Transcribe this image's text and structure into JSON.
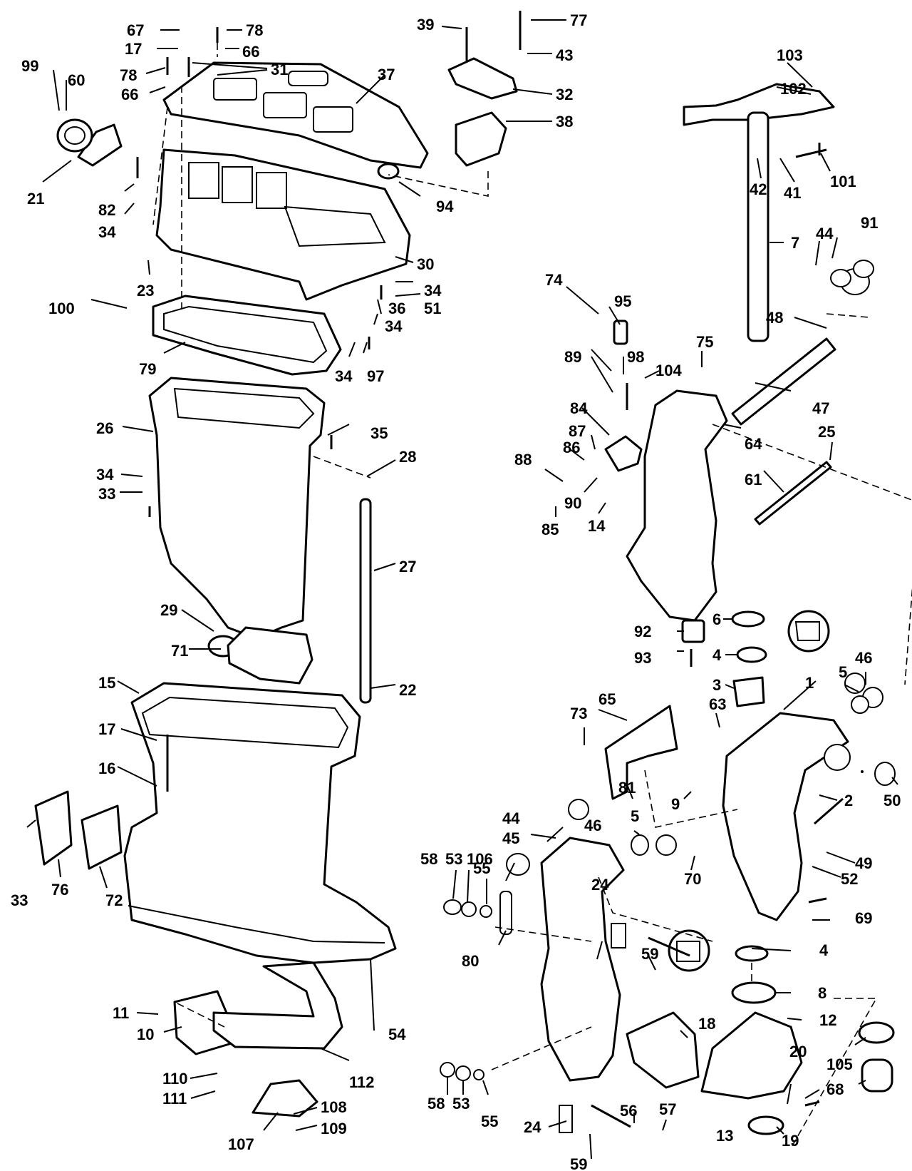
{
  "callouts": [
    {
      "n": "1"
    },
    {
      "n": "2"
    },
    {
      "n": "3"
    },
    {
      "n": "4"
    },
    {
      "n": "4"
    },
    {
      "n": "5"
    },
    {
      "n": "5"
    },
    {
      "n": "6"
    },
    {
      "n": "7"
    },
    {
      "n": "8"
    },
    {
      "n": "9"
    },
    {
      "n": "10"
    },
    {
      "n": "11"
    },
    {
      "n": "12"
    },
    {
      "n": "13"
    },
    {
      "n": "14"
    },
    {
      "n": "15"
    },
    {
      "n": "16"
    },
    {
      "n": "17"
    },
    {
      "n": "17"
    },
    {
      "n": "18"
    },
    {
      "n": "19"
    },
    {
      "n": "20"
    },
    {
      "n": "21"
    },
    {
      "n": "22"
    },
    {
      "n": "23"
    },
    {
      "n": "24"
    },
    {
      "n": "24"
    },
    {
      "n": "25"
    },
    {
      "n": "26"
    },
    {
      "n": "27"
    },
    {
      "n": "28"
    },
    {
      "n": "29"
    },
    {
      "n": "30"
    },
    {
      "n": "31"
    },
    {
      "n": "32"
    },
    {
      "n": "33"
    },
    {
      "n": "33"
    },
    {
      "n": "34"
    },
    {
      "n": "34"
    },
    {
      "n": "34"
    },
    {
      "n": "34"
    },
    {
      "n": "34"
    },
    {
      "n": "35"
    },
    {
      "n": "36"
    },
    {
      "n": "37"
    },
    {
      "n": "38"
    },
    {
      "n": "39"
    },
    {
      "n": "41"
    },
    {
      "n": "42"
    },
    {
      "n": "43"
    },
    {
      "n": "44"
    },
    {
      "n": "44"
    },
    {
      "n": "45"
    },
    {
      "n": "46"
    },
    {
      "n": "46"
    },
    {
      "n": "47"
    },
    {
      "n": "48"
    },
    {
      "n": "49"
    },
    {
      "n": "50"
    },
    {
      "n": "51"
    },
    {
      "n": "52"
    },
    {
      "n": "53"
    },
    {
      "n": "53"
    },
    {
      "n": "54"
    },
    {
      "n": "55"
    },
    {
      "n": "55"
    },
    {
      "n": "56"
    },
    {
      "n": "57"
    },
    {
      "n": "58"
    },
    {
      "n": "58"
    },
    {
      "n": "59"
    },
    {
      "n": "59"
    },
    {
      "n": "60"
    },
    {
      "n": "61"
    },
    {
      "n": "63"
    },
    {
      "n": "64"
    },
    {
      "n": "65"
    },
    {
      "n": "66"
    },
    {
      "n": "66"
    },
    {
      "n": "67"
    },
    {
      "n": "68"
    },
    {
      "n": "69"
    },
    {
      "n": "70"
    },
    {
      "n": "71"
    },
    {
      "n": "72"
    },
    {
      "n": "73"
    },
    {
      "n": "74"
    },
    {
      "n": "75"
    },
    {
      "n": "76"
    },
    {
      "n": "77"
    },
    {
      "n": "78"
    },
    {
      "n": "78"
    },
    {
      "n": "79"
    },
    {
      "n": "80"
    },
    {
      "n": "81"
    },
    {
      "n": "82"
    },
    {
      "n": "84"
    },
    {
      "n": "85"
    },
    {
      "n": "86"
    },
    {
      "n": "87"
    },
    {
      "n": "88"
    },
    {
      "n": "89"
    },
    {
      "n": "90"
    },
    {
      "n": "91"
    },
    {
      "n": "92"
    },
    {
      "n": "93"
    },
    {
      "n": "94"
    },
    {
      "n": "95"
    },
    {
      "n": "97"
    },
    {
      "n": "98"
    },
    {
      "n": "99"
    },
    {
      "n": "100"
    },
    {
      "n": "101"
    },
    {
      "n": "102"
    },
    {
      "n": "103"
    },
    {
      "n": "104"
    },
    {
      "n": "105"
    },
    {
      "n": "106"
    },
    {
      "n": "107"
    },
    {
      "n": "108"
    },
    {
      "n": "109"
    },
    {
      "n": "110"
    },
    {
      "n": "111"
    },
    {
      "n": "112"
    }
  ]
}
